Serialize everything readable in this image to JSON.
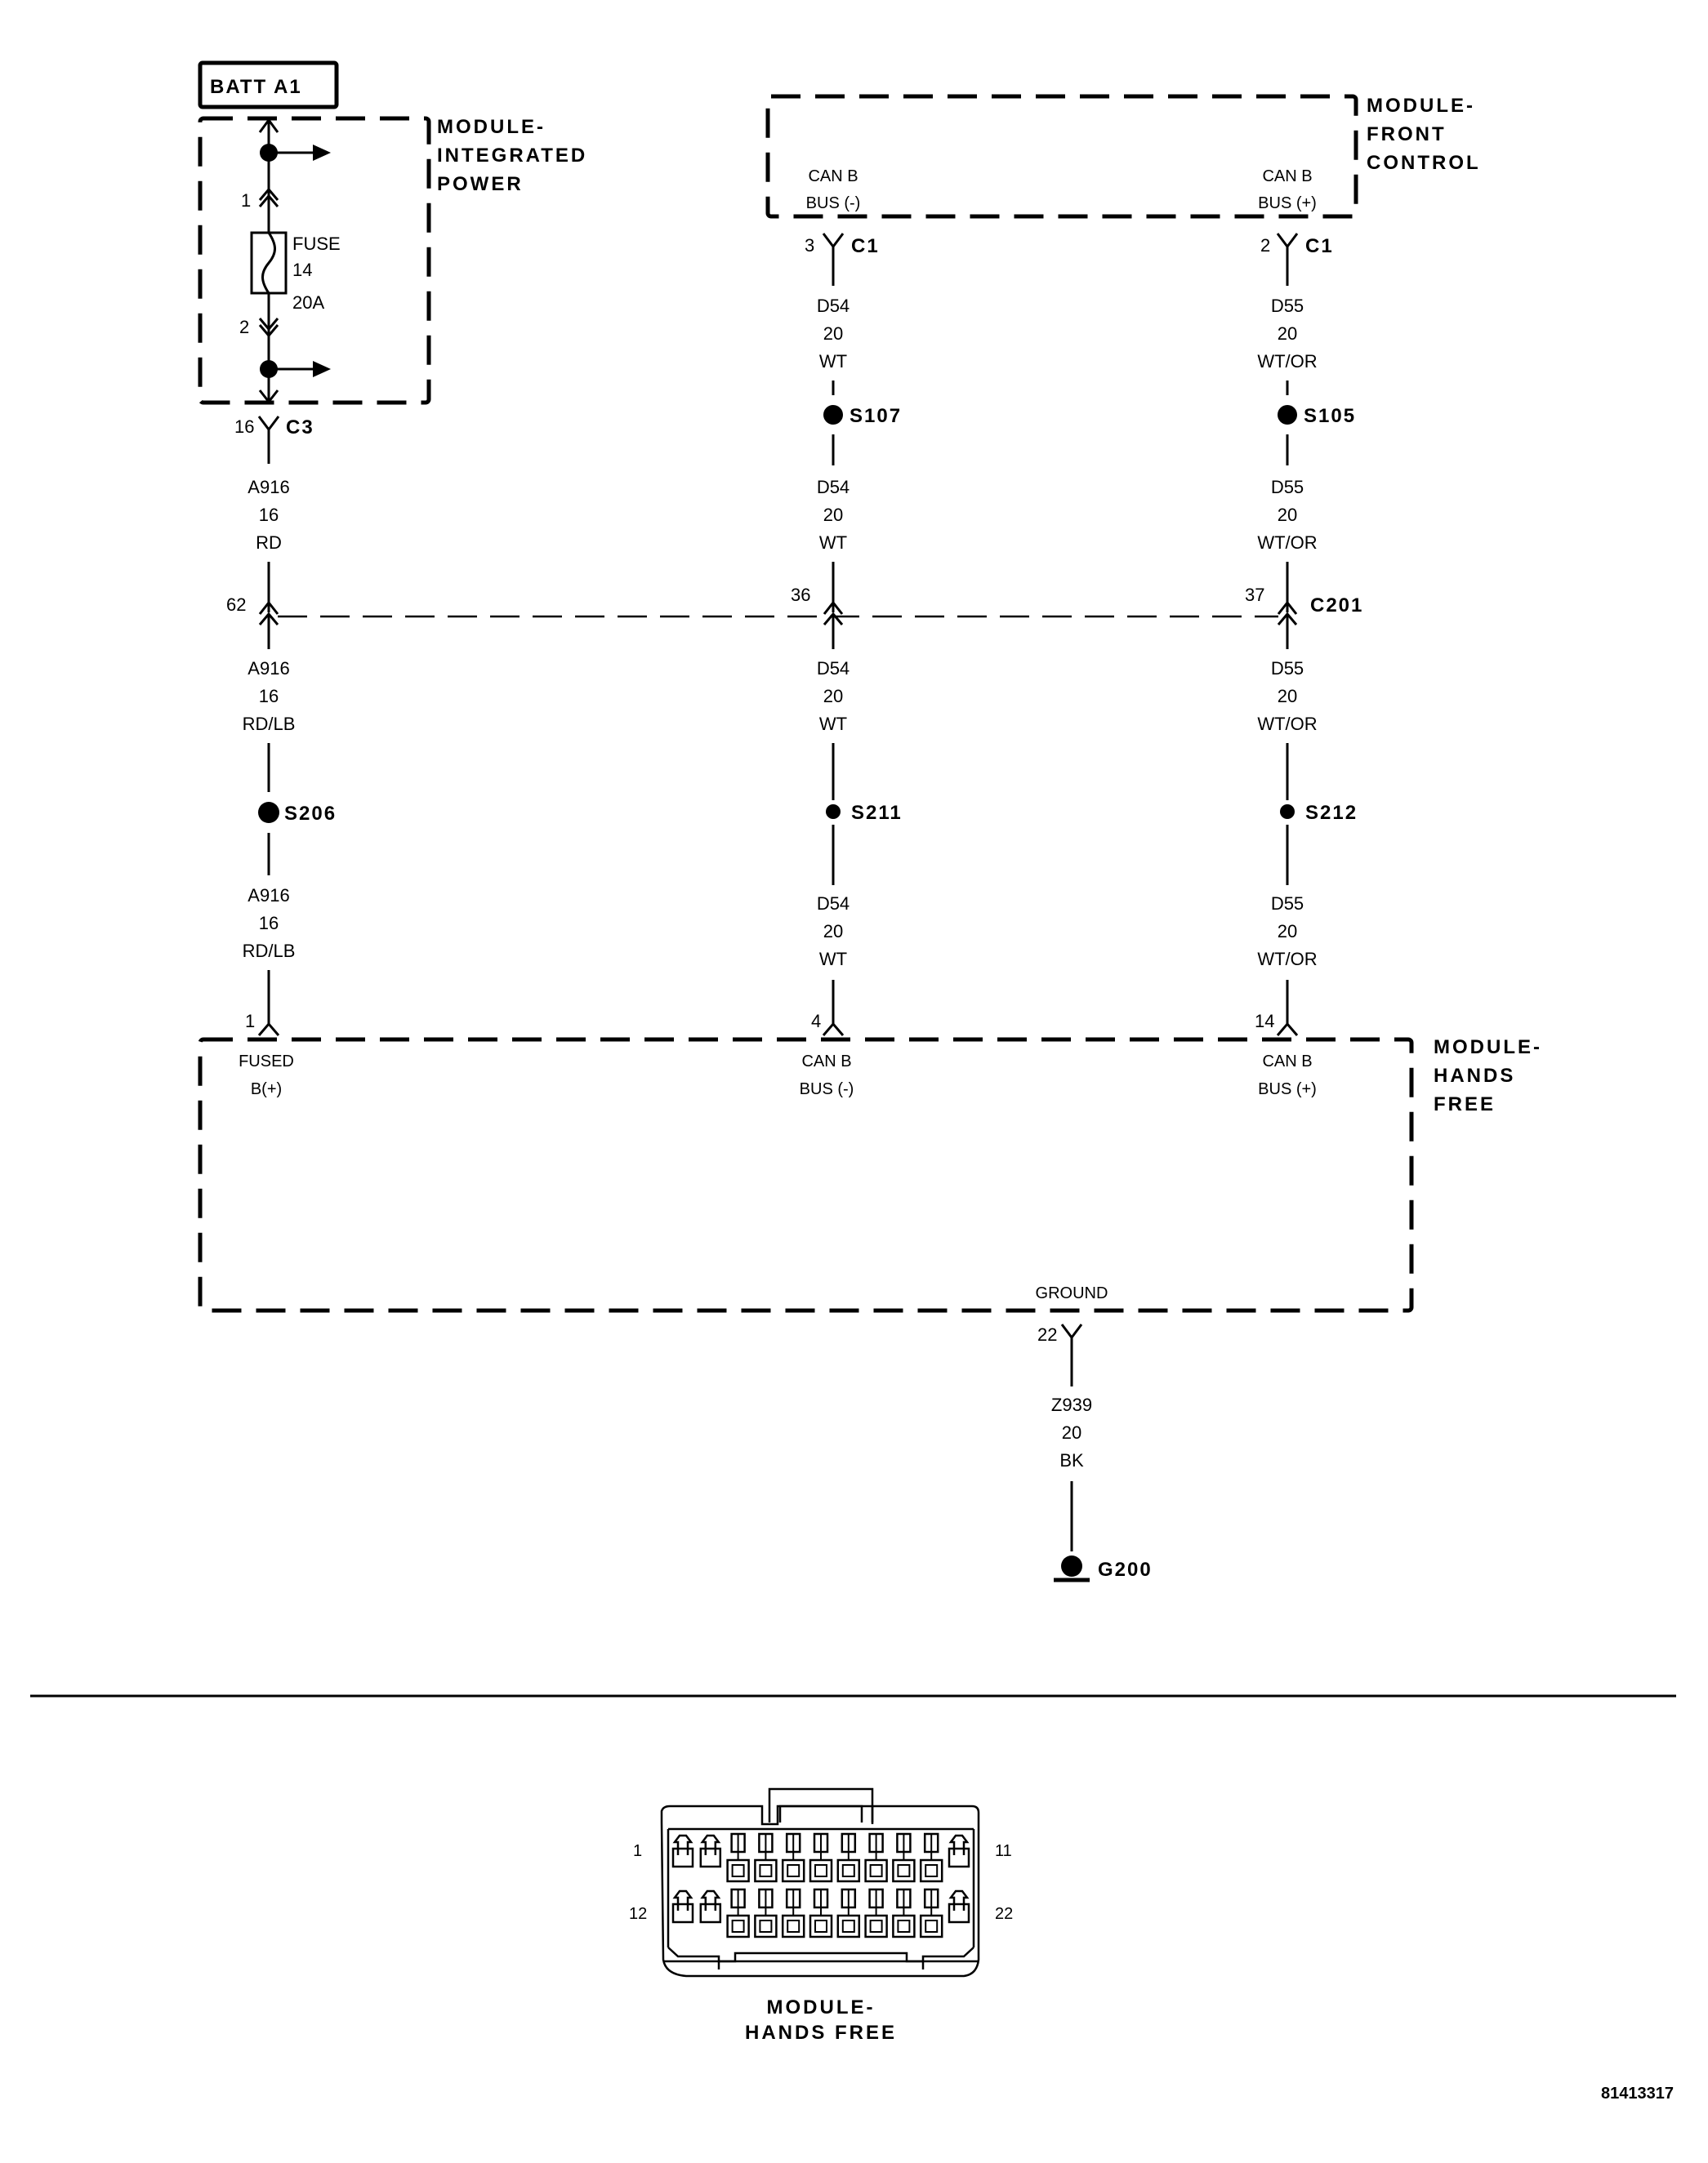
{
  "diagram": {
    "battery_label": "BATT A1",
    "modules": {
      "integrated_power": [
        "MODULE-",
        "INTEGRATED",
        "POWER"
      ],
      "front_control": [
        "MODULE-",
        "FRONT",
        "CONTROL"
      ],
      "hands_free": [
        "MODULE-",
        "HANDS",
        "FREE"
      ]
    },
    "fuse": {
      "label": "FUSE",
      "number": "14",
      "rating": "20A",
      "pin_in": "1",
      "pin_out": "2"
    },
    "front_control_pins": [
      {
        "name_line1": "CAN B",
        "name_line2": "BUS (-)",
        "pin": "3",
        "connector": "C1"
      },
      {
        "name_line1": "CAN B",
        "name_line2": "BUS (+)",
        "pin": "2",
        "connector": "C1"
      }
    ],
    "ipm_connector": {
      "pin": "16",
      "connector": "C3"
    },
    "wires": {
      "power_top": {
        "circuit": "A916",
        "gauge": "16",
        "color": "RD"
      },
      "power_mid": {
        "circuit": "A916",
        "gauge": "16",
        "color": "RD/LB"
      },
      "power_bottom": {
        "circuit": "A916",
        "gauge": "16",
        "color": "RD/LB"
      },
      "can_minus_1": {
        "circuit": "D54",
        "gauge": "20",
        "color": "WT"
      },
      "can_minus_2": {
        "circuit": "D54",
        "gauge": "20",
        "color": "WT"
      },
      "can_minus_3": {
        "circuit": "D54",
        "gauge": "20",
        "color": "WT"
      },
      "can_minus_4": {
        "circuit": "D54",
        "gauge": "20",
        "color": "WT"
      },
      "can_plus_1": {
        "circuit": "D55",
        "gauge": "20",
        "color": "WT/OR"
      },
      "can_plus_2": {
        "circuit": "D55",
        "gauge": "20",
        "color": "WT/OR"
      },
      "can_plus_3": {
        "circuit": "D55",
        "gauge": "20",
        "color": "WT/OR"
      },
      "can_plus_4": {
        "circuit": "D55",
        "gauge": "20",
        "color": "WT/OR"
      },
      "ground": {
        "circuit": "Z939",
        "gauge": "20",
        "color": "BK"
      }
    },
    "splices": {
      "s107": "S107",
      "s105": "S105",
      "s206": "S206",
      "s211": "S211",
      "s212": "S212"
    },
    "c201": {
      "connector": "C201",
      "pin_power": "62",
      "pin_can_minus": "36",
      "pin_can_plus": "37"
    },
    "hands_free_pins": [
      {
        "pin": "1",
        "name_line1": "FUSED",
        "name_line2": "B(+)"
      },
      {
        "pin": "4",
        "name_line1": "CAN B",
        "name_line2": "BUS (-)"
      },
      {
        "pin": "14",
        "name_line1": "CAN B",
        "name_line2": "BUS (+)"
      },
      {
        "pin": "22",
        "name_line1": "GROUND"
      }
    ],
    "ground_point": "G200"
  },
  "connector_view": {
    "title_line1": "MODULE-",
    "title_line2": "HANDS FREE",
    "pin_labels": {
      "top_left": "1",
      "top_right": "11",
      "bottom_left": "12",
      "bottom_right": "22"
    }
  },
  "figure_code": "81413317"
}
